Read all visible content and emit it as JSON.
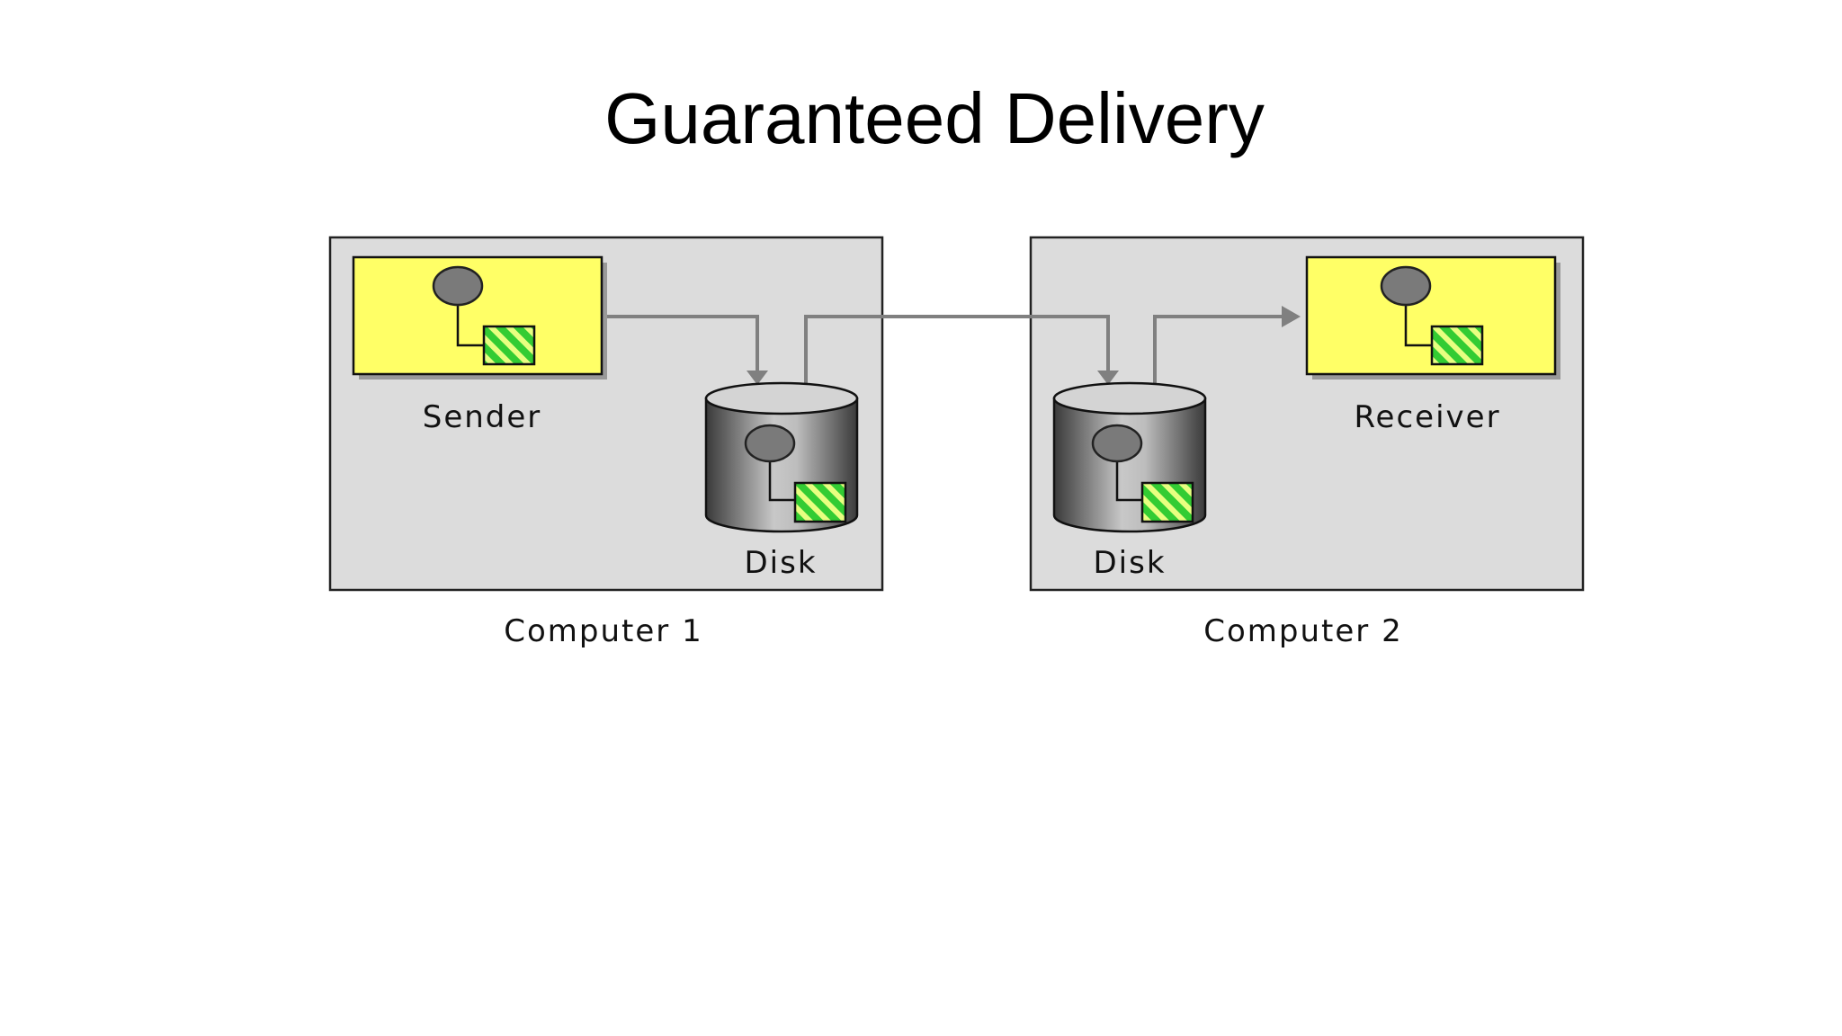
{
  "slide": {
    "title": "Guaranteed Delivery"
  },
  "diagram": {
    "computer1": {
      "label": "Computer 1",
      "app_label": "Sender",
      "disk_label": "Disk"
    },
    "computer2": {
      "label": "Computer 2",
      "app_label": "Receiver",
      "disk_label": "Disk"
    }
  },
  "colors": {
    "computer_box": "#dcdcdc",
    "app_box": "#ffff66",
    "message_green": "#33cc33",
    "arrow": "#808080"
  },
  "icons": [
    "message-node-icon",
    "message-envelope-icon",
    "disk-cylinder-icon",
    "arrowhead-icon"
  ]
}
